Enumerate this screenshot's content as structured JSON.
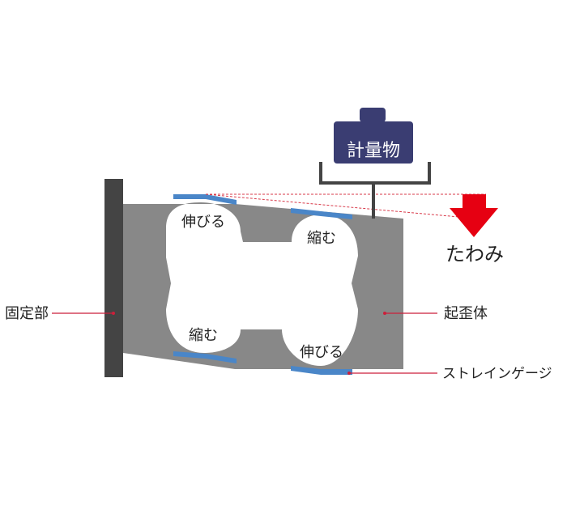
{
  "labels": {
    "fixed_part": "固定部",
    "strain_body": "起歪体",
    "strain_gauge": "ストレインゲージ",
    "deflection": "たわみ",
    "weighed_object": "計量物"
  },
  "hole_labels": {
    "top_left": "伸びる",
    "top_right": "縮む",
    "bottom_left": "縮む",
    "bottom_right": "伸びる"
  },
  "colors": {
    "body": "#888888",
    "fixture": "#444444",
    "gauge": "#4a86c8",
    "weight": "#3a3d72",
    "arrow": "#e60012",
    "leader": "#cc1f3a",
    "dashed": "#d83a4a",
    "stand": "#444444"
  }
}
